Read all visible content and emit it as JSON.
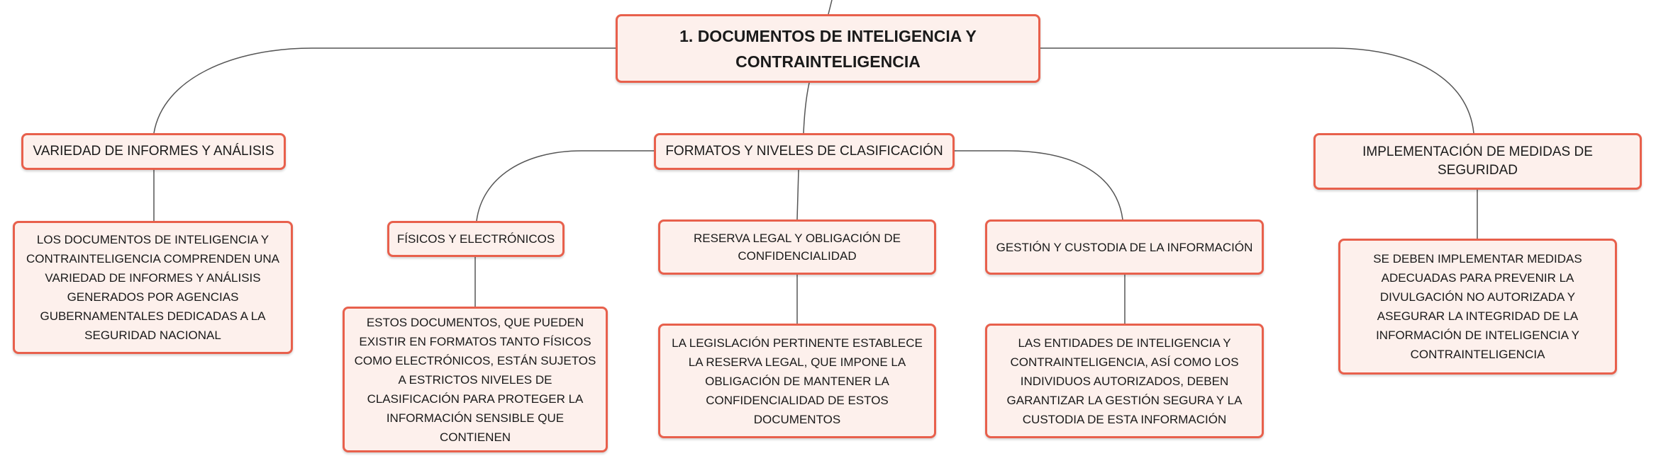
{
  "colors": {
    "border": "#e8604c",
    "fill": "#fdf0ec",
    "line": "#555555"
  },
  "root": {
    "title": "1. DOCUMENTOS DE INTELIGENCIA Y CONTRAINTELIGENCIA"
  },
  "branches": {
    "informes": {
      "label": "VARIEDAD DE INFORMES Y ANÁLISIS",
      "detail": "LOS DOCUMENTOS DE INTELIGENCIA Y CONTRAINTELIGENCIA COMPRENDEN UNA VARIEDAD DE INFORMES Y ANÁLISIS GENERADOS POR AGENCIAS GUBERNAMENTALES DEDICADAS A LA SEGURIDAD NACIONAL"
    },
    "formatos": {
      "label": "FORMATOS Y NIVELES DE CLASIFICACIÓN",
      "children": {
        "fisicos": {
          "label": "FÍSICOS Y ELECTRÓNICOS",
          "detail": "ESTOS DOCUMENTOS, QUE PUEDEN EXISTIR EN FORMATOS TANTO FÍSICOS COMO ELECTRÓNICOS, ESTÁN SUJETOS A ESTRICTOS NIVELES DE CLASIFICACIÓN PARA PROTEGER LA INFORMACIÓN SENSIBLE QUE CONTIENEN"
        },
        "reserva": {
          "label": "RESERVA LEGAL Y OBLIGACIÓN DE CONFIDENCIALIDAD",
          "detail": "LA LEGISLACIÓN PERTINENTE ESTABLECE LA RESERVA LEGAL, QUE IMPONE LA OBLIGACIÓN DE MANTENER LA CONFIDENCIALIDAD DE ESTOS DOCUMENTOS"
        },
        "gestion": {
          "label": "GESTIÓN Y CUSTODIA DE LA INFORMACIÓN",
          "detail": "LAS ENTIDADES DE INTELIGENCIA Y CONTRAINTELIGENCIA, ASÍ COMO LOS INDIVIDUOS AUTORIZADOS, DEBEN GARANTIZAR LA GESTIÓN SEGURA Y LA CUSTODIA DE ESTA INFORMACIÓN"
        }
      }
    },
    "seguridad": {
      "label": "IMPLEMENTACIÓN DE MEDIDAS DE SEGURIDAD",
      "detail": "SE DEBEN IMPLEMENTAR MEDIDAS ADECUADAS PARA PREVENIR LA DIVULGACIÓN NO AUTORIZADA Y ASEGURAR LA INTEGRIDAD DE LA INFORMACIÓN DE INTELIGENCIA Y CONTRAINTELIGENCIA"
    }
  }
}
